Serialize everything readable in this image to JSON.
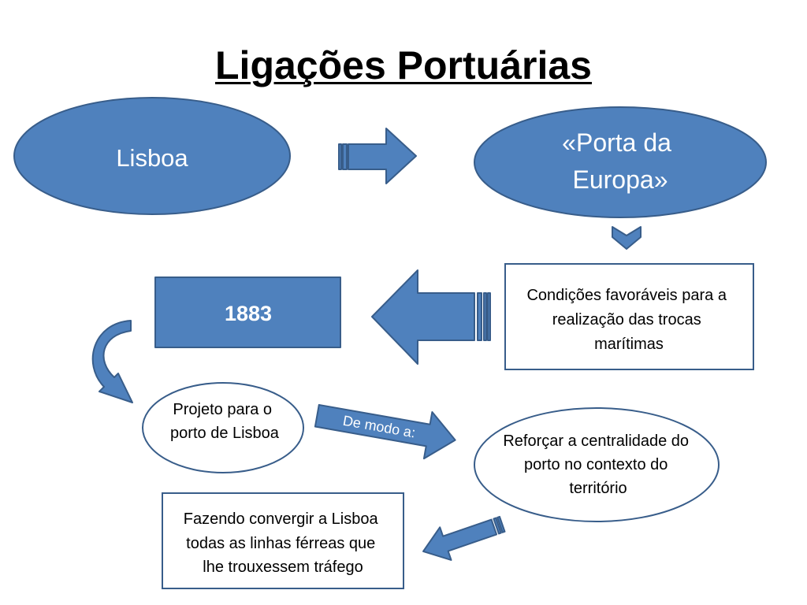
{
  "title": "Ligações Portuárias",
  "colors": {
    "shape_fill": "#4F81BD",
    "shape_stroke": "#385D8A",
    "text_dark": "#000000",
    "text_light": "#FFFFFF",
    "background": "#FFFFFF"
  },
  "nodes": {
    "lisboa": {
      "label": "Lisboa"
    },
    "porta_europa": {
      "lines": [
        "«Porta da",
        "Europa»"
      ]
    },
    "condicoes": {
      "lines": [
        "Condições favoráveis para a",
        "realização das trocas",
        "marítimas"
      ]
    },
    "ano": {
      "label": "1883"
    },
    "projeto": {
      "lines": [
        "Projeto para o",
        "porto de Lisboa"
      ]
    },
    "reforcar": {
      "lines": [
        "Reforçar a centralidade do",
        "porto no contexto do",
        "território"
      ]
    },
    "fazendo": {
      "lines": [
        "Fazendo convergir a Lisboa",
        "todas as linhas férreas que",
        "lhe trouxessem tráfego"
      ]
    }
  },
  "connectors": {
    "de_modo_a": {
      "label": "De modo a:"
    }
  }
}
